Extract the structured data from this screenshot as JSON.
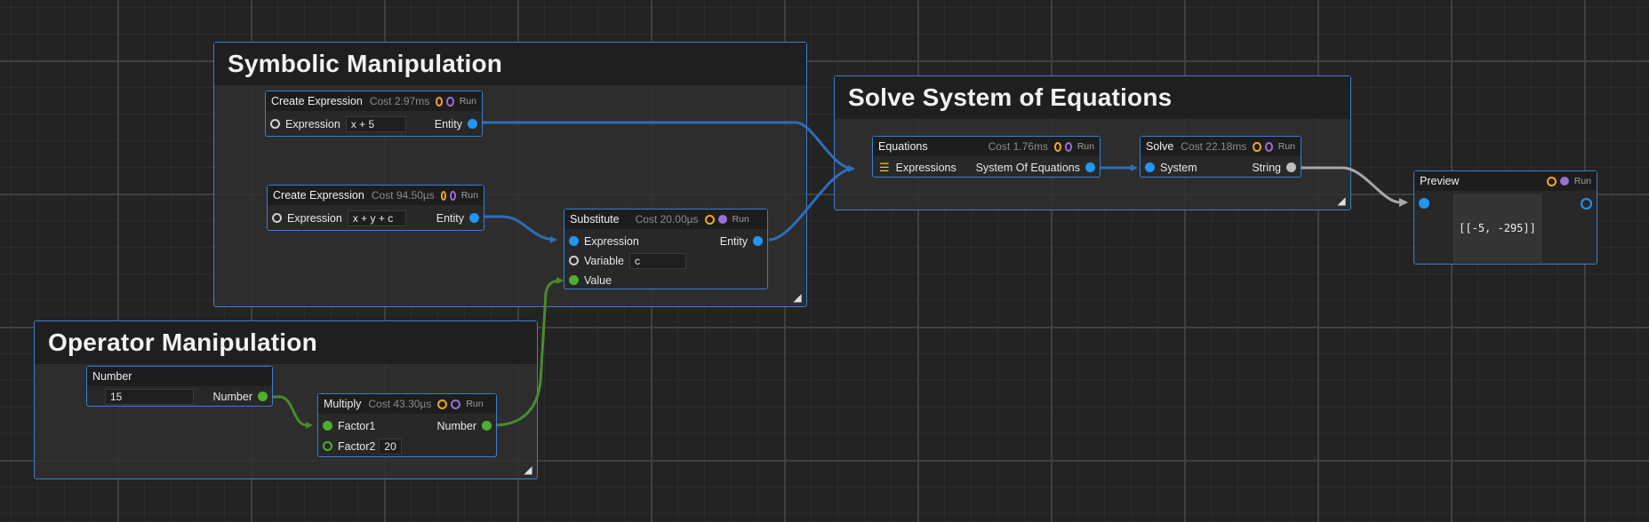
{
  "groups": {
    "symbolic": {
      "title": "Symbolic Manipulation"
    },
    "solve": {
      "title": "Solve System of Equations"
    },
    "operator": {
      "title": "Operator Manipulation"
    }
  },
  "common": {
    "run": "Run",
    "resize_glyph": "◢"
  },
  "nodes": {
    "create1": {
      "title": "Create Expression",
      "cost": "Cost 2.97ms",
      "input_label": "Expression",
      "input_value": "x + 5",
      "output_label": "Entity"
    },
    "create2": {
      "title": "Create Expression",
      "cost": "Cost 94.50µs",
      "input_label": "Expression",
      "input_value": "x + y + c",
      "output_label": "Entity"
    },
    "substitute": {
      "title": "Substitute",
      "cost": "Cost 20.00µs",
      "expression_label": "Expression",
      "output_label": "Entity",
      "variable_label": "Variable",
      "variable_value": "c",
      "value_label": "Value"
    },
    "equations": {
      "title": "Equations",
      "cost": "Cost 1.76ms",
      "input_label": "Expressions",
      "output_label": "System Of Equations"
    },
    "solve": {
      "title": "Solve",
      "cost": "Cost 22.18ms",
      "input_label": "System",
      "output_label": "String"
    },
    "preview": {
      "title": "Preview",
      "value": "[[-5, -295]]"
    },
    "number": {
      "title": "Number",
      "value": "15",
      "output_label": "Number"
    },
    "multiply": {
      "title": "Multiply",
      "cost": "Cost 43.30µs",
      "factor1_label": "Factor1",
      "factor2_label": "Factor2",
      "factor2_value": "20",
      "output_label": "Number"
    }
  },
  "colors": {
    "entity_wire": "#2e6db8",
    "number_wire": "#4a8a2e",
    "string_wire": "#a8a8a8",
    "node_border": "#3a7fd0",
    "cost_ring": "#f5a623",
    "run_ring": "#9a6fd6"
  }
}
